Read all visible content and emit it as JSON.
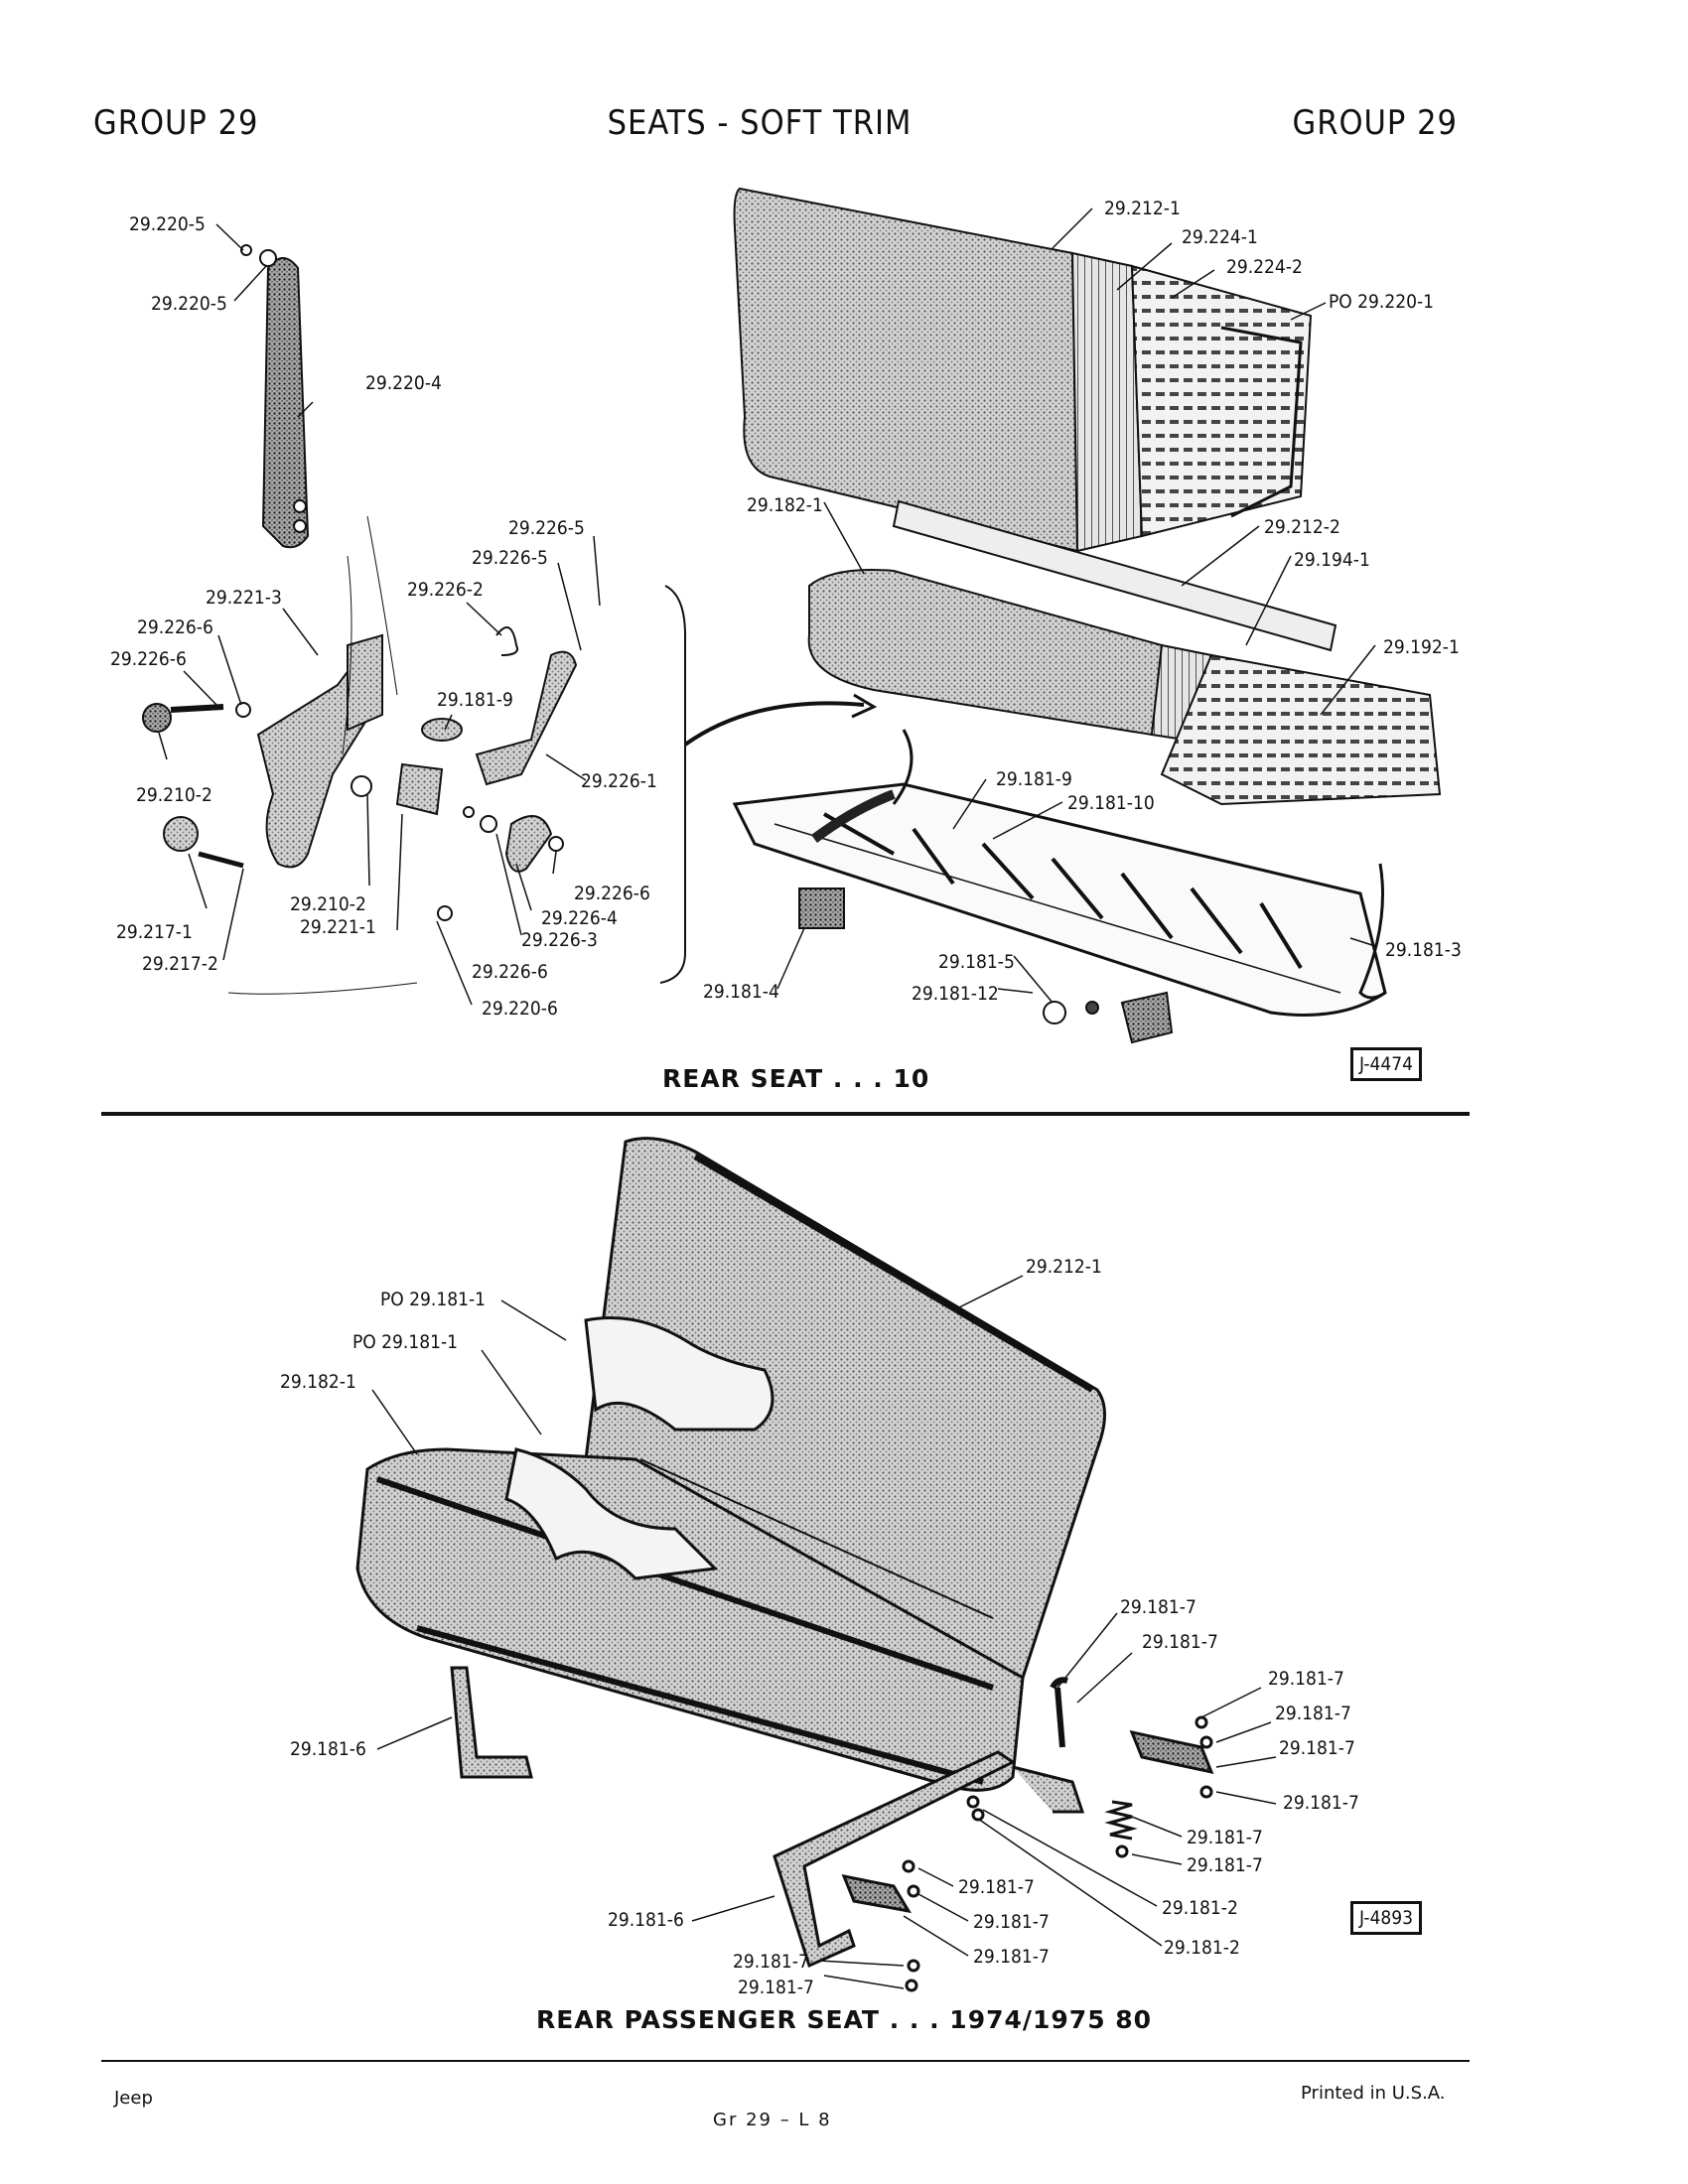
{
  "header": {
    "group_left": "GROUP 29",
    "title": "SEATS - SOFT TRIM",
    "group_right": "GROUP 29"
  },
  "top_diagram": {
    "caption": "REAR SEAT . . . 10",
    "ref": "J-4474",
    "callouts": [
      "29.220-5",
      "29.220-5",
      "29.220-4",
      "29.226-5",
      "29.226-5",
      "29.221-3",
      "29.226-2",
      "29.226-6",
      "29.226-6",
      "29.181-9",
      "29.210-2",
      "29.226-1",
      "29.226-6",
      "29.226-4",
      "29.210-2",
      "29.221-1",
      "29.226-3",
      "29.217-1",
      "29.217-2",
      "29.226-6",
      "29.220-6",
      "29.212-1",
      "29.224-1",
      "29.224-2",
      "PO 29.220-1",
      "29.182-1",
      "29.212-2",
      "29.194-1",
      "29.192-1",
      "29.181-9",
      "29.181-10",
      "29.181-3",
      "29.181-5",
      "29.181-12",
      "29.181-4"
    ]
  },
  "bottom_diagram": {
    "caption": "REAR PASSENGER SEAT . . . 1974/1975 80",
    "ref": "J-4893",
    "callouts": [
      "29.212-1",
      "PO 29.181-1",
      "PO 29.181-1",
      "29.182-1",
      "29.181-7",
      "29.181-7",
      "29.181-7",
      "29.181-7",
      "29.181-7",
      "29.181-7",
      "29.181-6",
      "29.181-7",
      "29.181-7",
      "29.181-2",
      "29.181-6",
      "29.181-7",
      "29.181-7",
      "29.181-7",
      "29.181-2",
      "29.181-7",
      "29.181-7"
    ]
  },
  "footer": {
    "left": "Jeep",
    "center": "Gr 29 – L 8",
    "right": "Printed in U.S.A."
  }
}
